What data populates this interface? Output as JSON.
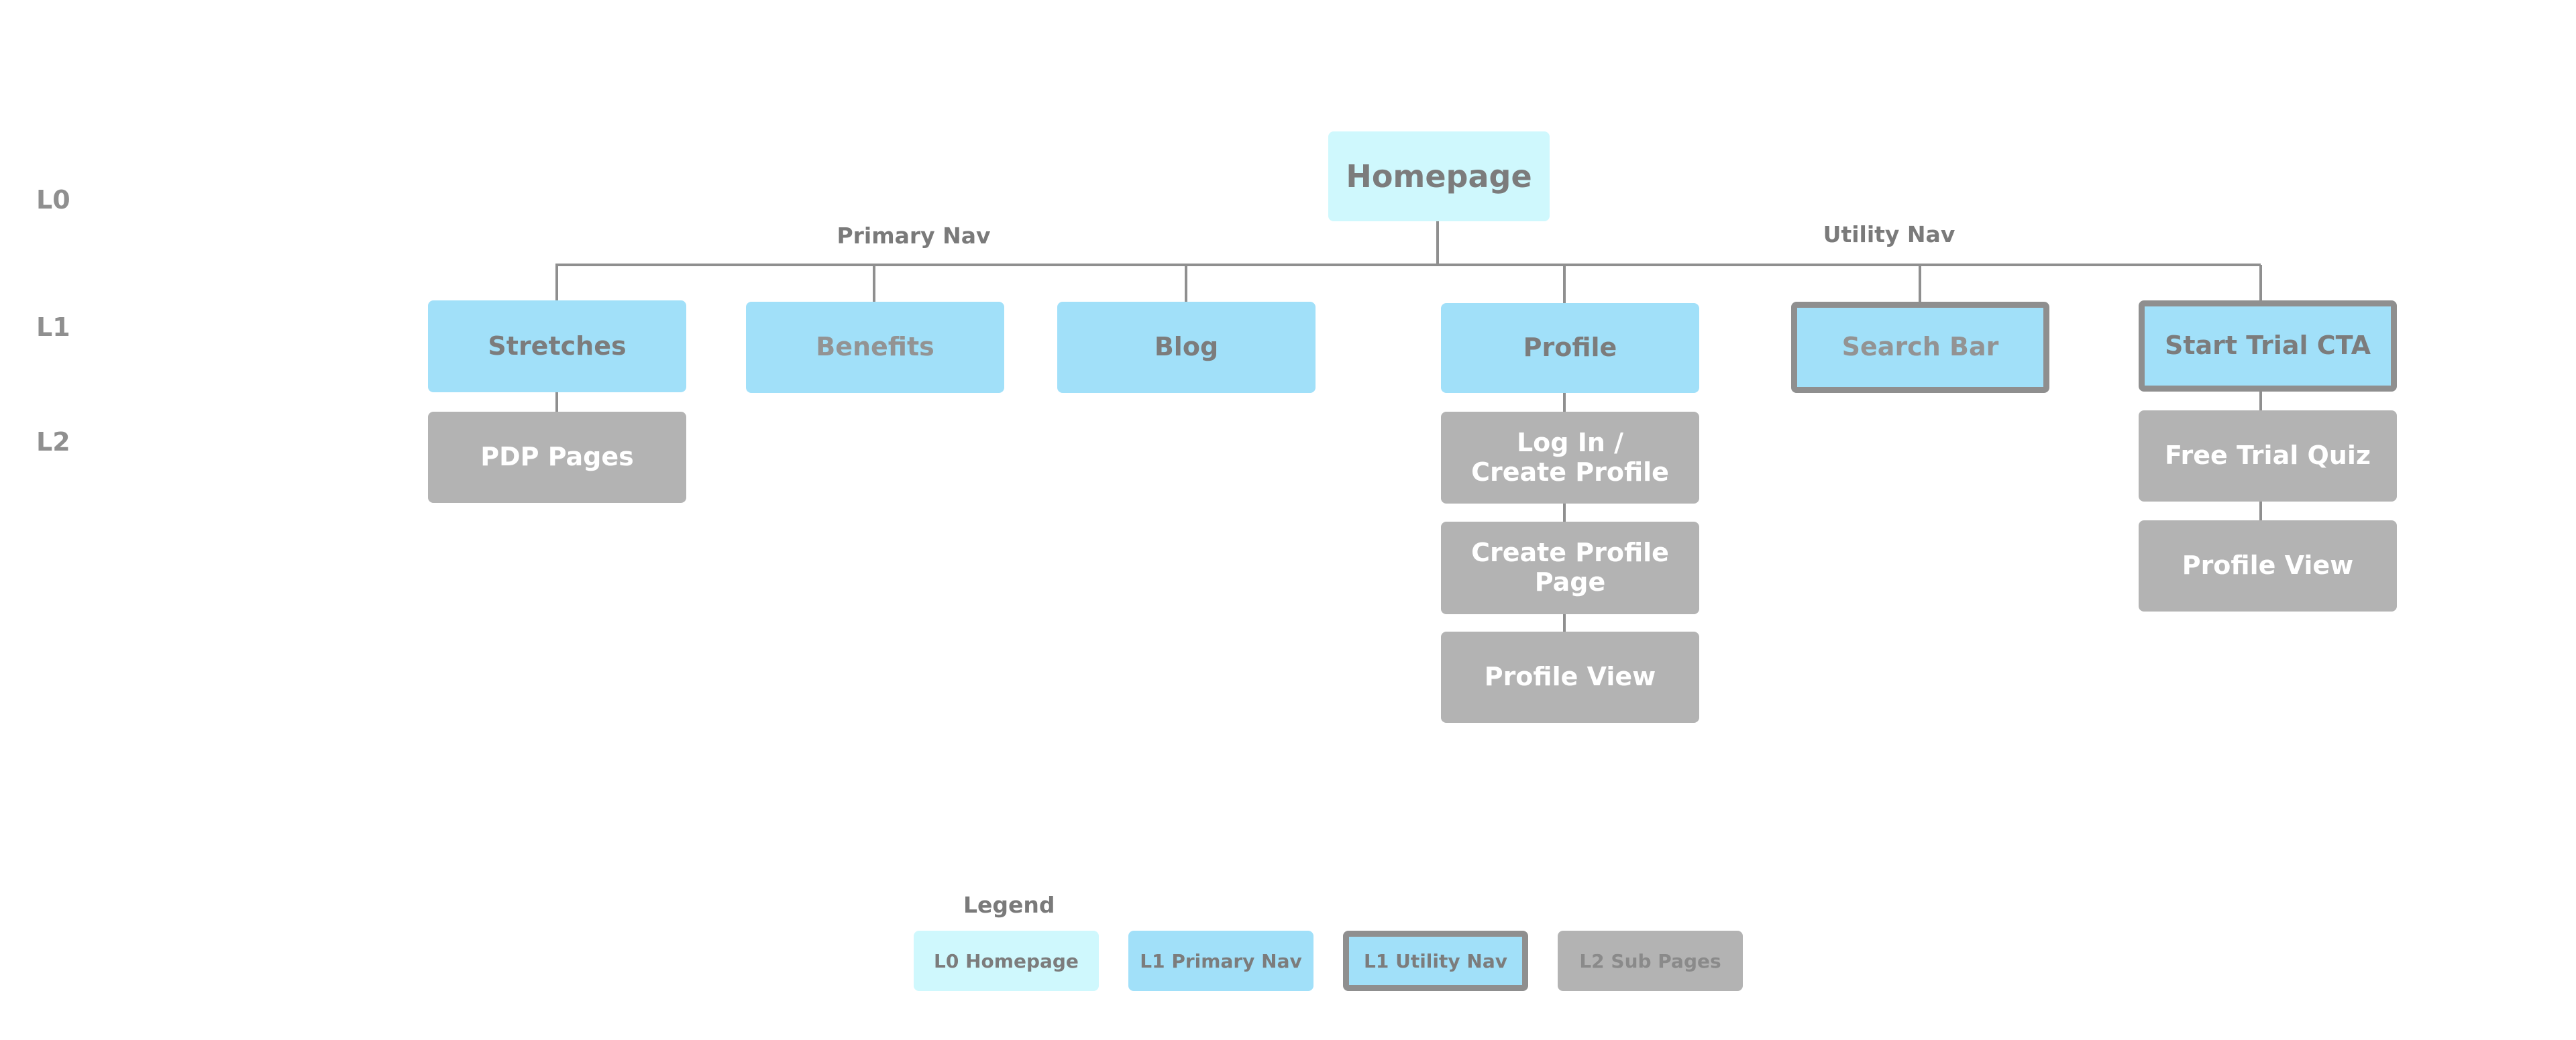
{
  "levels": [
    "L0",
    "L1",
    "L2"
  ],
  "homepage": {
    "label": "Homepage"
  },
  "nav_labels": {
    "primary": "Primary Nav",
    "utility": "Utility Nav"
  },
  "l1": {
    "stretches": "Stretches",
    "benefits": "Benefits",
    "blog": "Blog",
    "profile": "Profile",
    "search_bar": "Search Bar",
    "start_trial": "Start Trial CTA"
  },
  "l2": {
    "pdp_pages": "PDP Pages",
    "login_create": "Log In / Create Profile",
    "create_profile_page": "Create Profile Page",
    "profile_view_a": "Profile View",
    "free_trial_quiz": "Free Trial Quiz",
    "profile_view_b": "Profile View"
  },
  "legend": {
    "title": "Legend",
    "items": [
      "L0 Homepage",
      "L1 Primary Nav",
      "L1 Utility Nav",
      "L2 Sub Pages"
    ]
  },
  "colors": {
    "l0": "#cff8fd",
    "l1": "#a1e0f9",
    "l2": "#b3b3b3",
    "border": "#8f8f8f",
    "connector": "#8f8f8f",
    "text": "#7c7c7c"
  }
}
